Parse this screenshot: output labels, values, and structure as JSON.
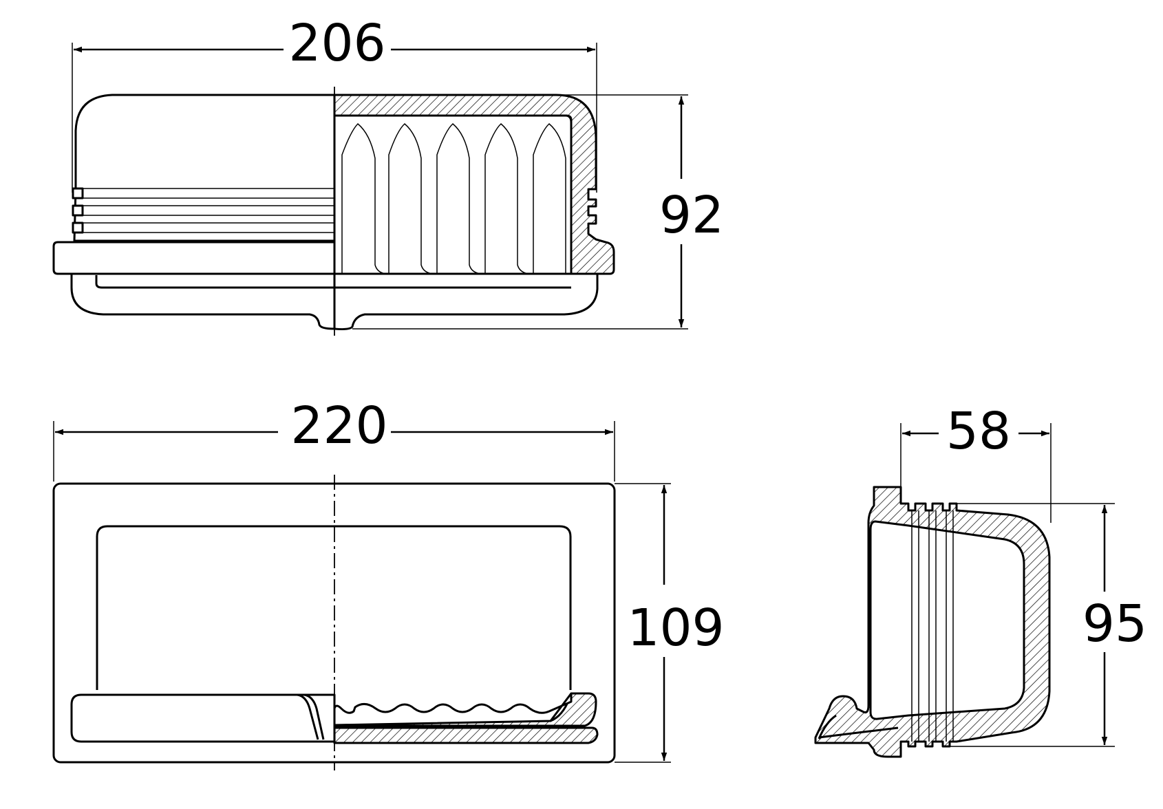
{
  "dimensions": {
    "top_width": "206",
    "top_height": "92",
    "bottom_width": "220",
    "bottom_height": "109",
    "side_width": "58",
    "side_height": "95"
  },
  "colors": {
    "line": "#000000",
    "background": "#ffffff"
  }
}
